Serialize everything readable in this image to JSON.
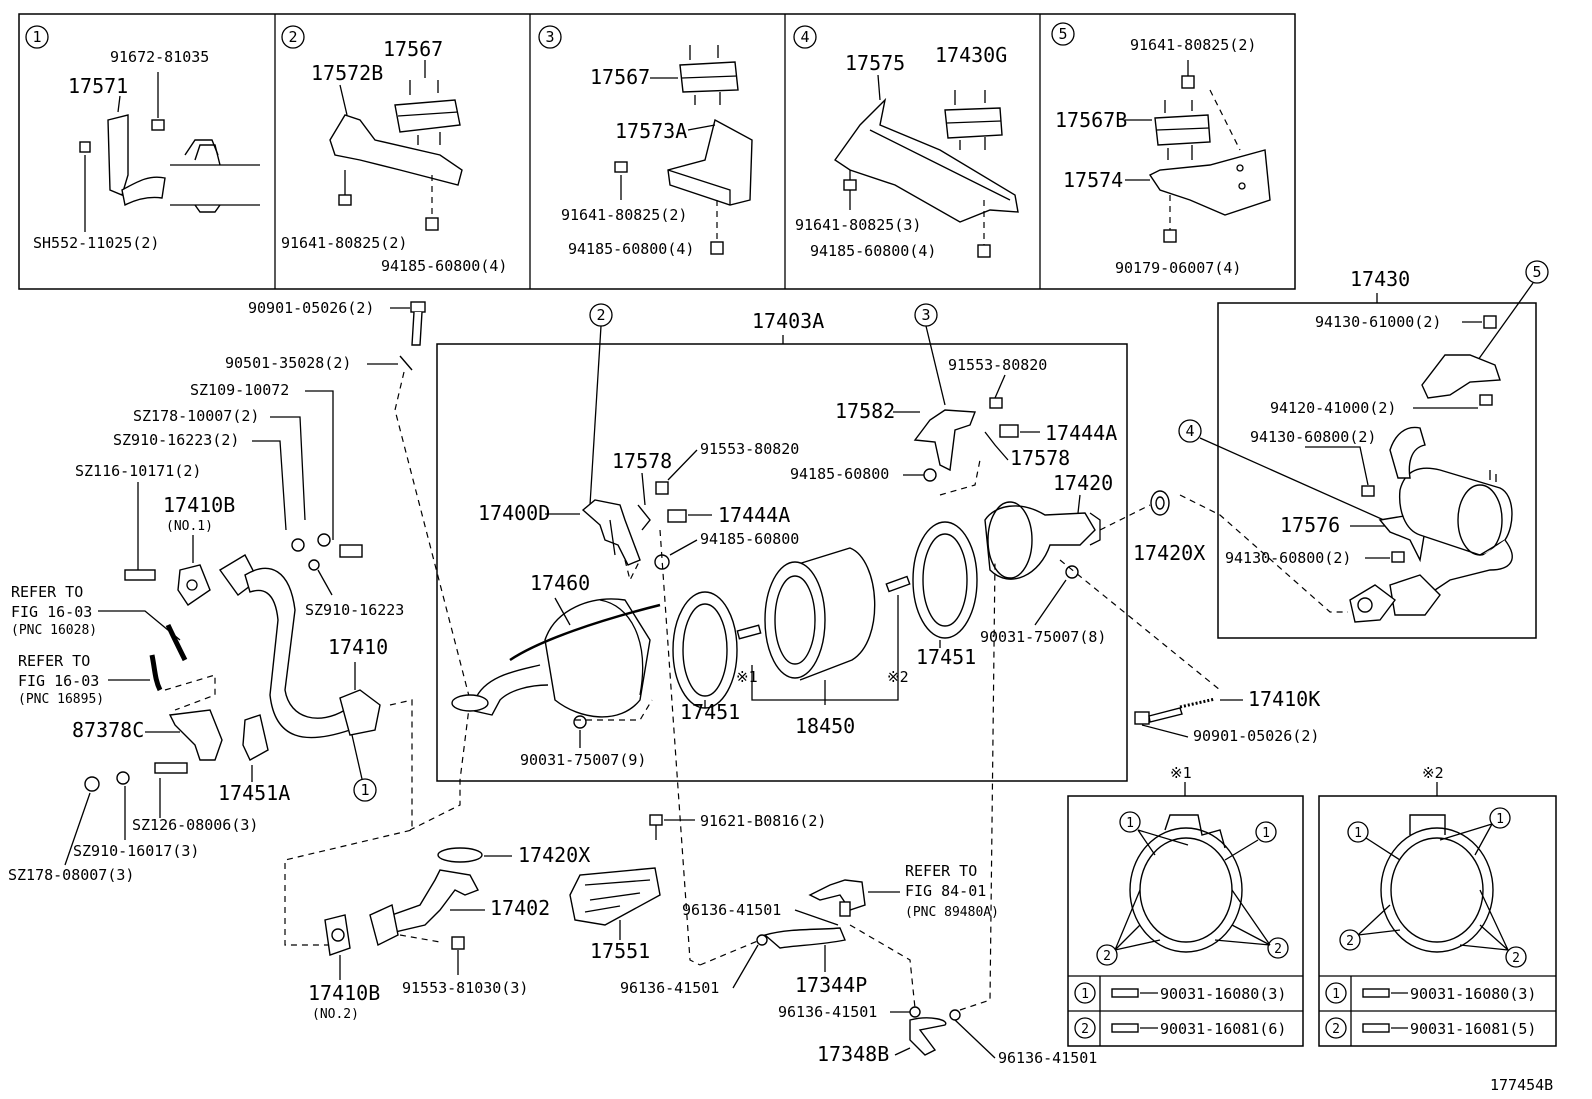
{
  "diagram_id": "177454B",
  "insets": [
    {
      "num": "1",
      "parts": [
        "91672-81035",
        "17571",
        "SH552-11025(2)"
      ]
    },
    {
      "num": "2",
      "parts": [
        "17567",
        "17572B",
        "91641-80825(2)",
        "94185-60800(4)"
      ]
    },
    {
      "num": "3",
      "parts": [
        "17567",
        "17573A",
        "91641-80825(2)",
        "94185-60800(4)"
      ]
    },
    {
      "num": "4",
      "parts": [
        "17575",
        "17430G",
        "91641-80825(3)",
        "94185-60800(4)"
      ]
    },
    {
      "num": "5",
      "parts": [
        "91641-80825(2)",
        "17567B",
        "17574",
        "90179-06007(4)"
      ]
    }
  ],
  "left_parts": {
    "p1": "90901-05026(2)",
    "p2": "90501-35028(2)",
    "p3": "SZ109-10072",
    "p4": "SZ178-10007(2)",
    "p5": "SZ910-16223(2)",
    "p6": "SZ116-10171(2)",
    "p7": "17410B",
    "p7n": "(NO.1)",
    "p8": "SZ910-16223",
    "ref1a": "REFER TO",
    "ref1b": "FIG 16-03",
    "ref1c": "(PNC 16028)",
    "ref2a": "REFER TO",
    "ref2b": "FIG 16-03",
    "ref2c": "(PNC 16895)",
    "p9": "17410",
    "p10": "87378C",
    "p11": "17451A",
    "p12": "SZ126-08006(3)",
    "p13": "SZ910-16017(3)",
    "p14": "SZ178-08007(3)"
  },
  "main_box": {
    "title": "17403A",
    "c2": "2",
    "c3": "3",
    "a": "91553-80820",
    "b": "17582",
    "c": "17444A",
    "d": "17578",
    "e": "94185-60800",
    "f": "17420",
    "g": "17578",
    "h": "91553-80820",
    "i": "17400D",
    "j": "17444A",
    "k": "94185-60800",
    "l": "17460",
    "m": "17420X",
    "n": "90031-75007(8)",
    "o": "17451",
    "p": "17451",
    "q": "18450",
    "r": "90031-75007(9)",
    "s1": "※1",
    "s2": "※2"
  },
  "right_box": {
    "title": "17430",
    "c5": "5",
    "c4": "4",
    "a": "94130-61000(2)",
    "b": "94120-41000(2)",
    "c": "94130-60800(2)",
    "d": "17576",
    "e": "94130-60800(2)"
  },
  "mid_parts": {
    "a": "17410K",
    "b": "90901-05026(2)"
  },
  "bottom_parts": {
    "a": "17420X",
    "b": "17402",
    "c": "91553-81030(3)",
    "d": "17410B",
    "dn": "(NO.2)",
    "e": "91621-B0816(2)",
    "f": "17551",
    "g": "96136-41501",
    "h": "96136-41501",
    "i": "17344P",
    "j": "96136-41501",
    "k": "17348B",
    "l": "96136-41501",
    "ref1": "REFER TO",
    "ref2": "FIG 84-01",
    "ref3": "(PNC 89480A)"
  },
  "table1": {
    "title": "※1",
    "r1n": "1",
    "r1": "90031-16080(3)",
    "r2n": "2",
    "r2": "90031-16081(6)"
  },
  "table2": {
    "title": "※2",
    "r1n": "1",
    "r1": "90031-16080(3)",
    "r2n": "2",
    "r2": "90031-16081(5)"
  }
}
